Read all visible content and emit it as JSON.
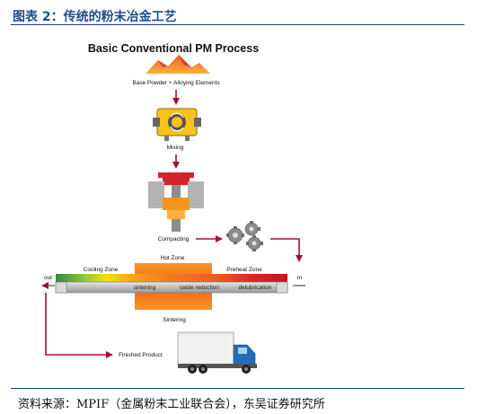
{
  "header": {
    "title": "图表 2：传统的粉末冶金工艺"
  },
  "diagram": {
    "title": "Basic Conventional PM Process",
    "steps": {
      "powder": "Base Powder + Alloying Elements",
      "mixing": "Mixing",
      "compacting": "Compacting",
      "hot_zone": "Hot Zone",
      "cooling_zone": "Cooling Zone",
      "preheat_zone": "Preheat Zone",
      "out": "out",
      "in": "in",
      "sintering_band": "sintering",
      "oxide_band": "oxide reduction",
      "delub_band": "delubrication",
      "sintering": "Sintering",
      "finished": "Finished Product"
    }
  },
  "footer": {
    "source": "资料来源：MPIF（金属粉末工业联合会），东吴证券研究所"
  },
  "colors": {
    "accent_red": "#a0103a",
    "header_blue": "#1f4e8c"
  }
}
